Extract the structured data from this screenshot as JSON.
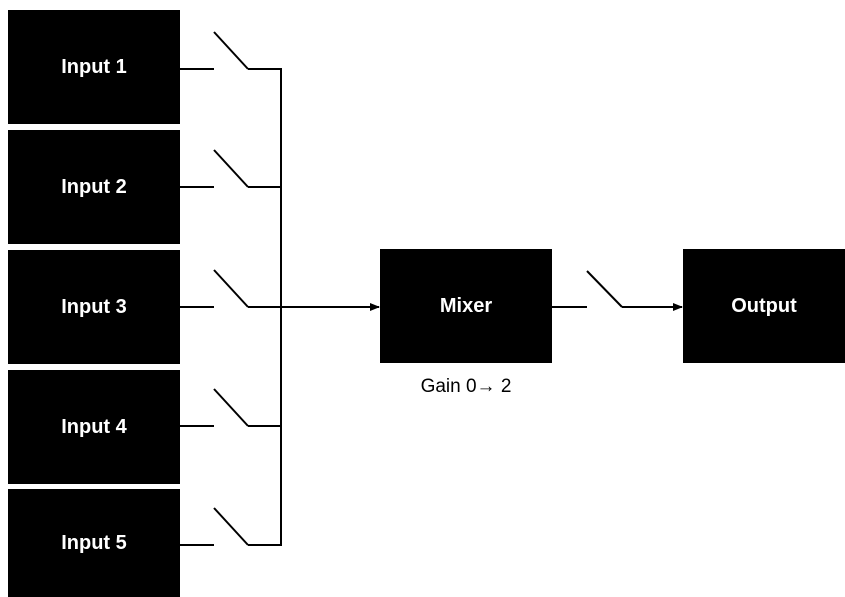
{
  "inputs": [
    {
      "label": "Input 1"
    },
    {
      "label": "Input 2"
    },
    {
      "label": "Input 3"
    },
    {
      "label": "Input 4"
    },
    {
      "label": "Input 5"
    }
  ],
  "mixer": {
    "label": "Mixer",
    "gain_label": "Gain 0→ 2"
  },
  "output": {
    "label": "Output"
  },
  "colors": {
    "block_fill": "#000000",
    "block_text": "#ffffff",
    "line": "#000000",
    "background": "#ffffff"
  }
}
